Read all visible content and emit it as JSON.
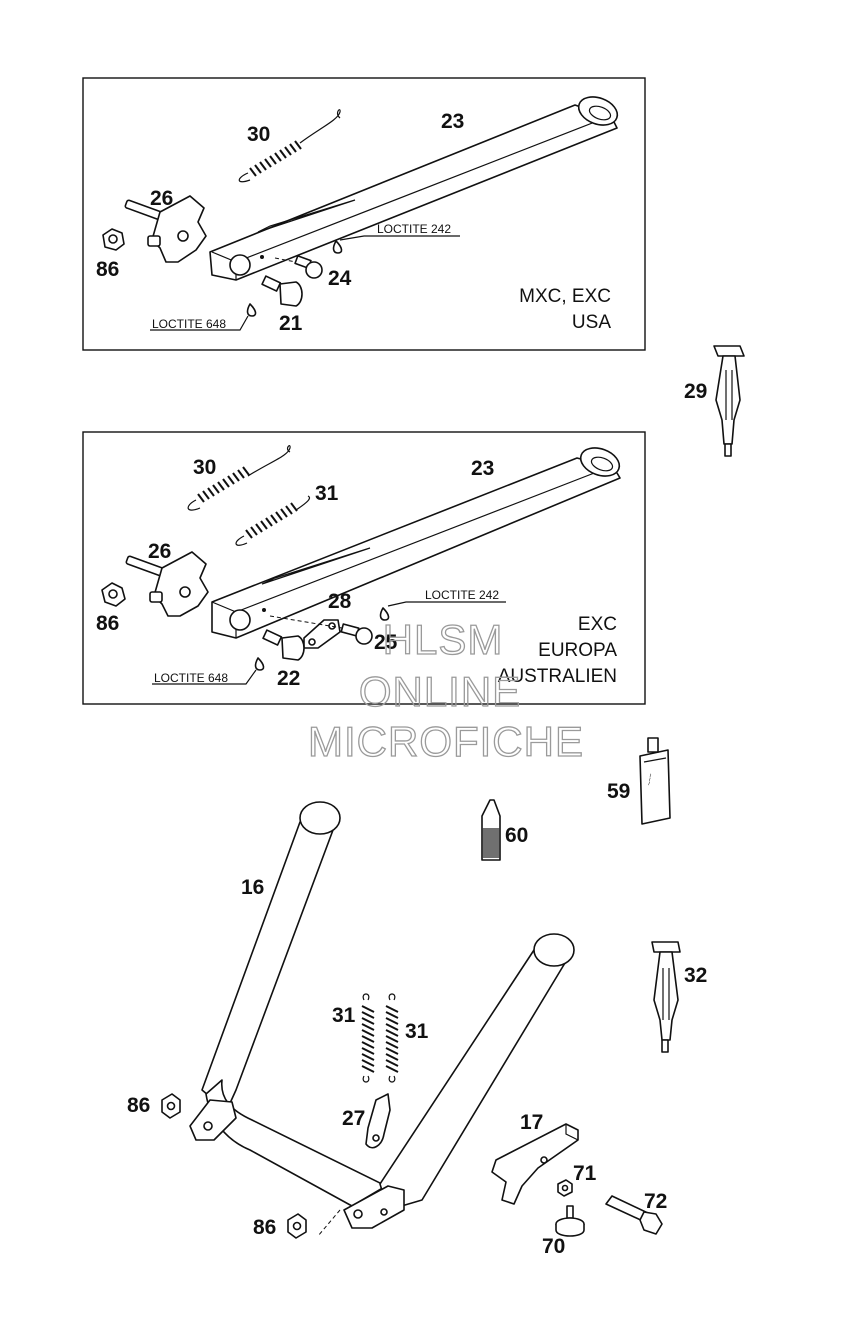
{
  "panels": [
    {
      "region_lines": [
        "MXC, EXC",
        "USA"
      ],
      "labels": {
        "spring": "30",
        "stand": "23",
        "bolt_plate": "26",
        "nut": "86",
        "screw": "24",
        "stop": "21"
      },
      "loctite": [
        "LOCTITE 242",
        "LOCTITE 648"
      ]
    },
    {
      "region_lines": [
        "EXC",
        "EUROPA",
        "AUSTRALIEN"
      ],
      "labels": {
        "spring_a": "30",
        "spring_b": "31",
        "stand": "23",
        "bolt_plate": "26",
        "nut": "86",
        "plate": "28",
        "screw": "25",
        "stop": "22"
      },
      "loctite": [
        "LOCTITE 242",
        "LOCTITE 648"
      ]
    }
  ],
  "loose_parts": {
    "tool_top": "29",
    "thread_locker_tube": "59",
    "bottle": "60",
    "tool_bottom": "32"
  },
  "center_stand": {
    "stand": "16",
    "springs": [
      "31",
      "31"
    ],
    "spring_hook": "27",
    "nut_upper": "86",
    "nut_lower": "86",
    "bracket": "17",
    "nut_small": "71",
    "bolt": "72",
    "rubber_stop": "70"
  },
  "watermark": [
    "HLSM",
    "ONLINE",
    "MICROFICHE"
  ]
}
